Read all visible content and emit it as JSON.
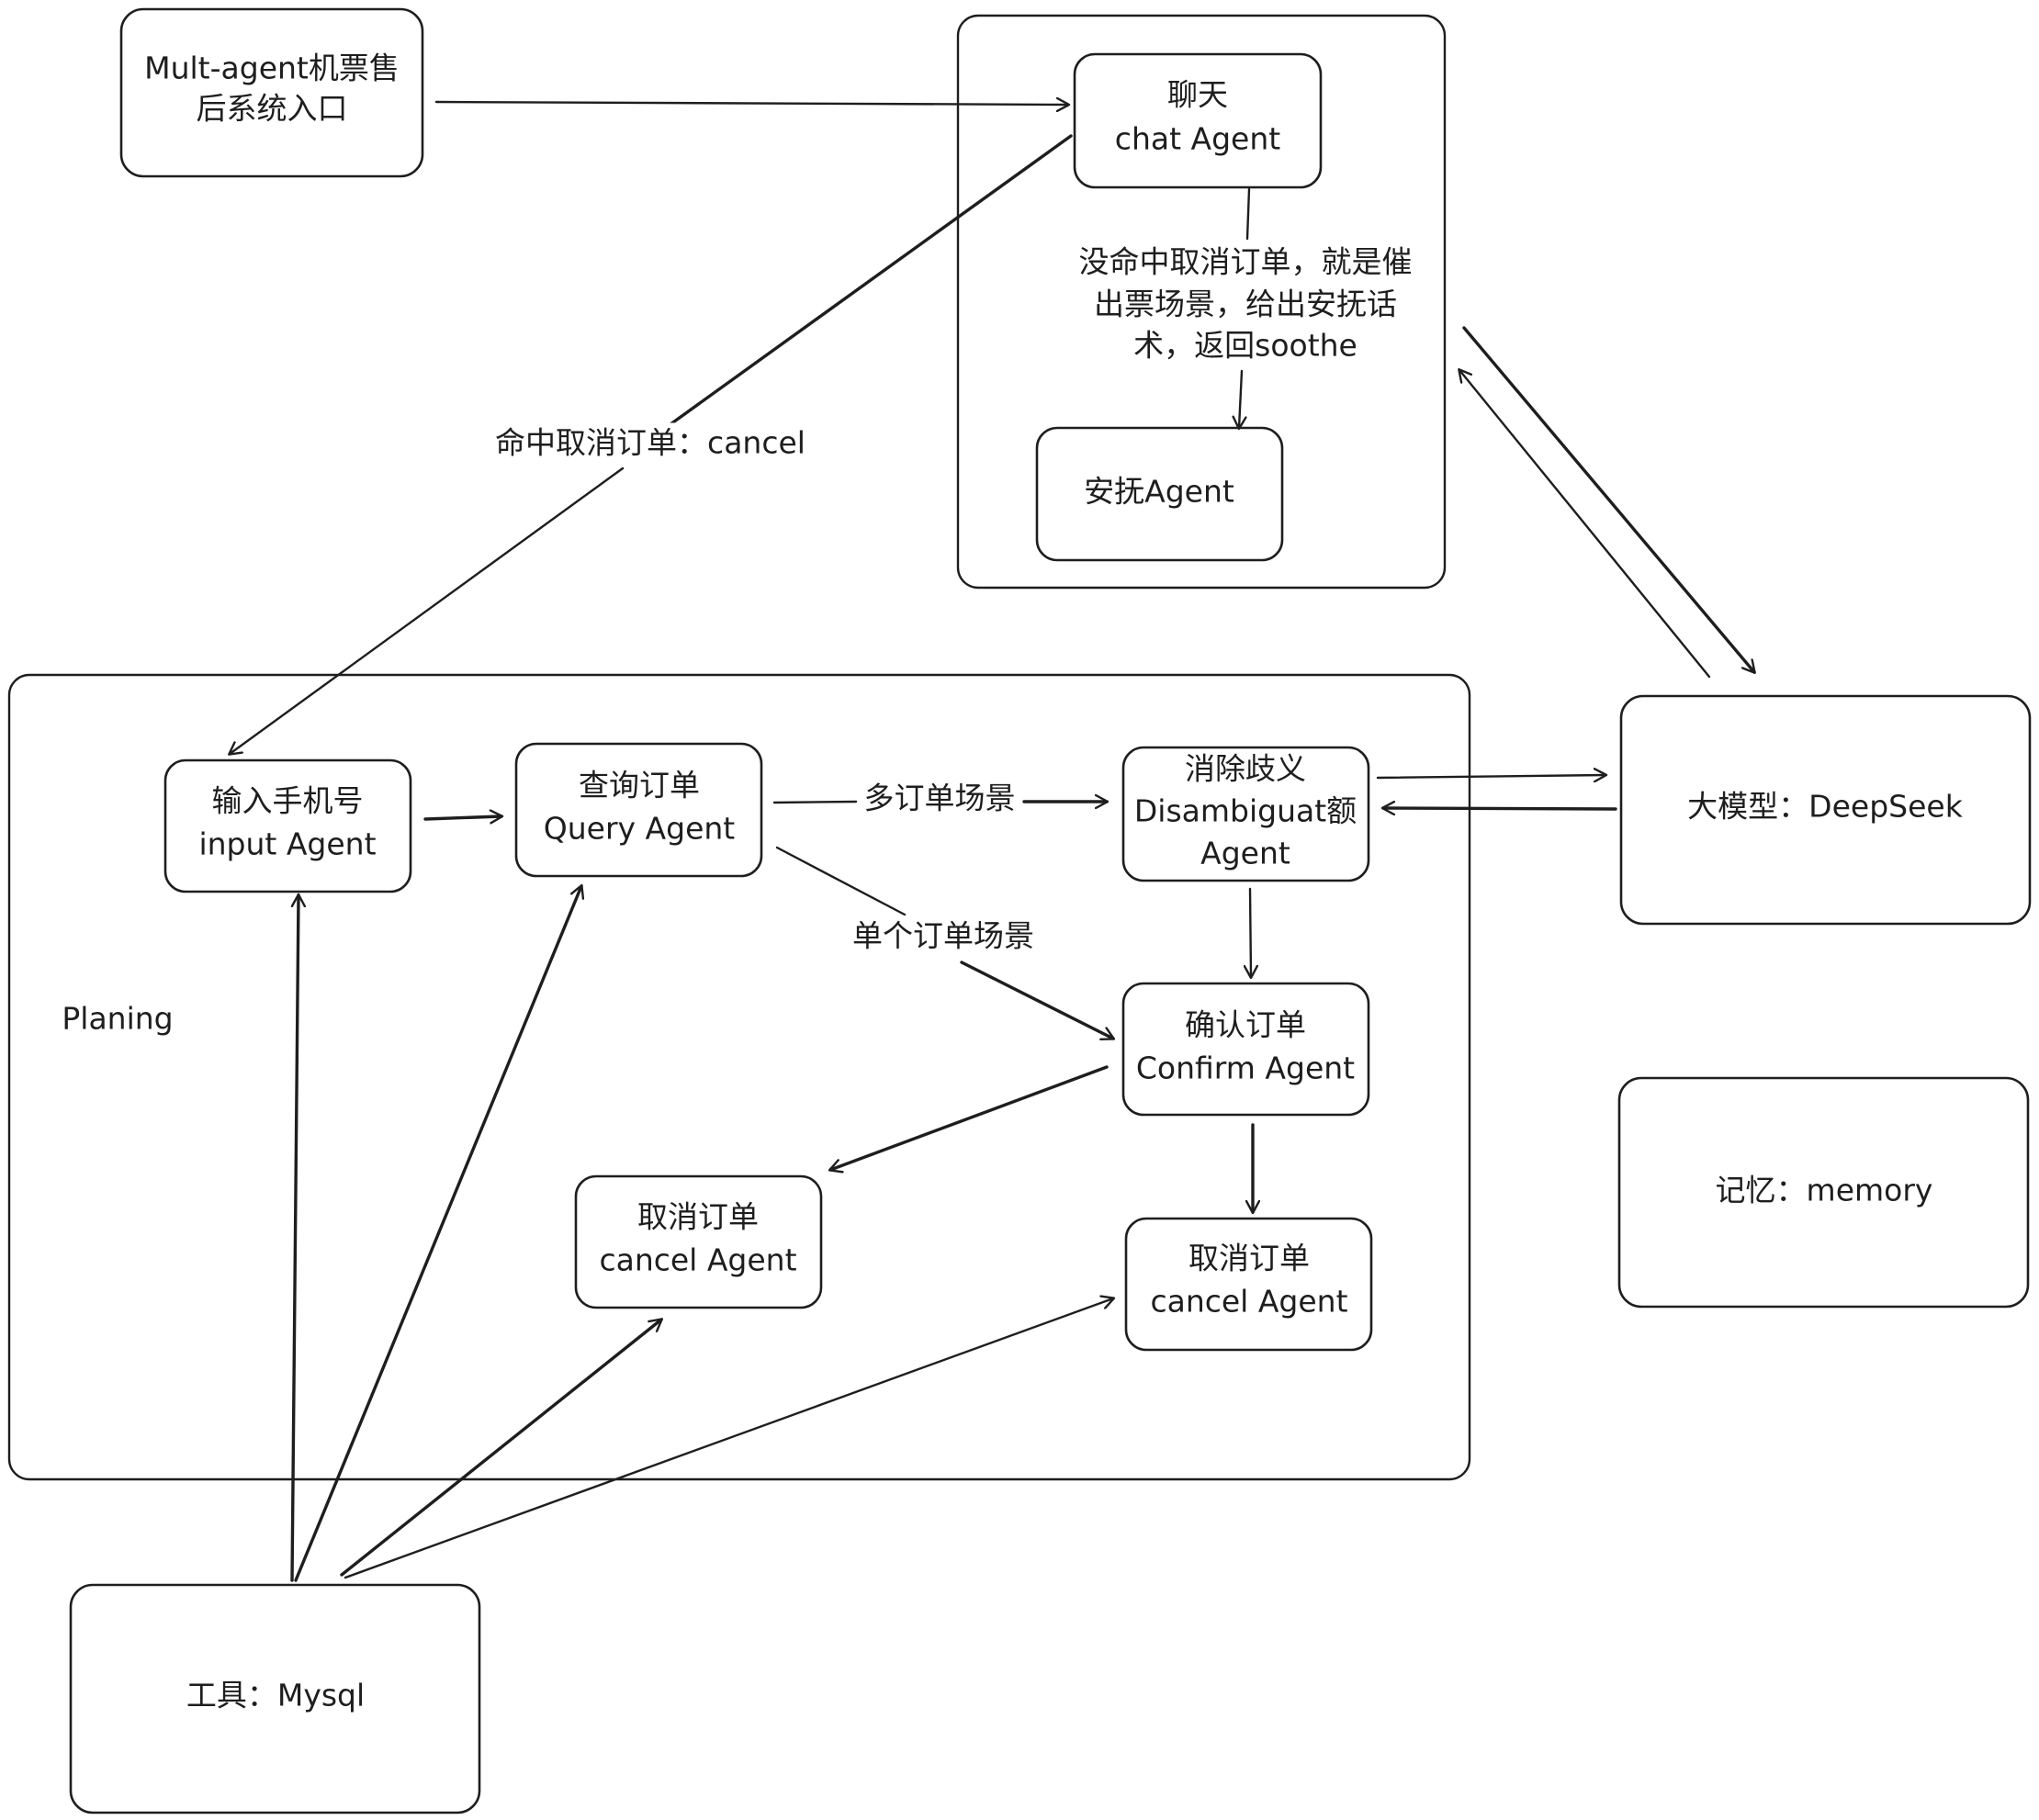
{
  "nodes": {
    "entry": {
      "lines": [
        "Mult-agent机票售",
        "后系统入口"
      ]
    },
    "chat": {
      "lines": [
        "聊天",
        "chat Agent"
      ]
    },
    "soothe": {
      "lines": [
        "安抚Agent"
      ]
    },
    "input": {
      "lines": [
        "输入手机号",
        "input Agent"
      ]
    },
    "query": {
      "lines": [
        "查询订单",
        "Query Agent"
      ]
    },
    "disambiguate": {
      "lines": [
        "消除歧义",
        "Disambiguat额",
        "Agent"
      ]
    },
    "confirm": {
      "lines": [
        "确认订单",
        "Confirm Agent"
      ]
    },
    "cancel_left": {
      "lines": [
        "取消订单",
        "cancel Agent"
      ]
    },
    "cancel_right": {
      "lines": [
        "取消订单",
        "cancel Agent"
      ]
    },
    "llm": {
      "lines": [
        "大模型：DeepSeek"
      ]
    },
    "memory": {
      "lines": [
        "记忆：memory"
      ]
    },
    "tool": {
      "lines": [
        "工具：Mysql"
      ]
    }
  },
  "containers": {
    "planning": {
      "label": "Planing"
    }
  },
  "edges": {
    "chat_to_soothe": {
      "lines": [
        "没命中取消订单，就是催",
        "出票场景，给出安抚话",
        "术，返回soothe"
      ]
    },
    "chat_to_input": {
      "label": "命中取消订单：cancel"
    },
    "query_to_disambiguate": {
      "label": "多订单场景"
    },
    "query_to_confirm": {
      "label": "单个订单场景"
    }
  }
}
